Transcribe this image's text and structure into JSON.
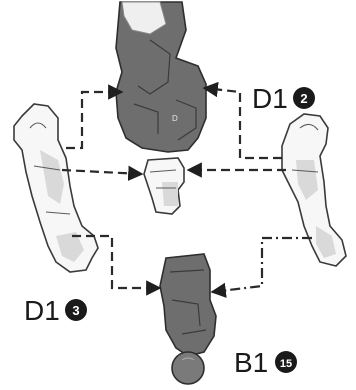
{
  "labels": {
    "d1_2": {
      "code": "D1",
      "number": "2"
    },
    "d1_3": {
      "code": "D1",
      "number": "3"
    },
    "b1_15": {
      "code": "B1",
      "number": "15"
    }
  },
  "parts_on_sprue_marking": "D",
  "colors": {
    "dark_part": "#6e6e6e",
    "light_part": "#f7f7f7",
    "lines": "#2a2a2a"
  }
}
